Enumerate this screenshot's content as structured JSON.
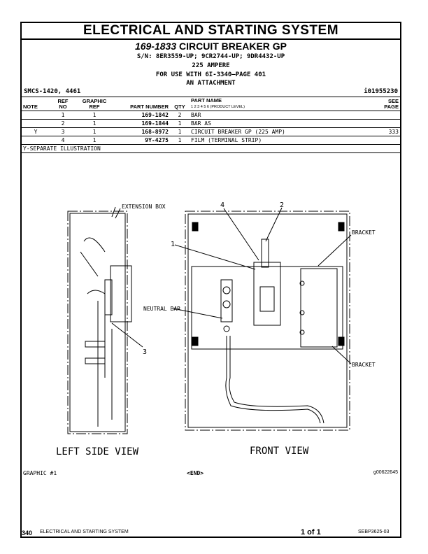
{
  "title": "ELECTRICAL AND STARTING SYSTEM",
  "group": {
    "number": "169-1833",
    "name": "CIRCUIT BREAKER GP"
  },
  "serials": "S/N: 8ER3559-UP; 9CR2744-UP; 9DR4432-UP",
  "rating": "225 AMPERE",
  "use_with": "FOR USE WITH 6I-3340—PAGE 401",
  "attachment": "AN ATTACHMENT",
  "smcs": "SMCS-1420, 4461",
  "info_id": "i01955230",
  "columns": {
    "note": "NOTE",
    "ref_no_1": "REF",
    "ref_no_2": "NO",
    "graphic_ref_1": "GRAPHIC",
    "graphic_ref_2": "REF",
    "part_number": "PART NUMBER",
    "qty": "QTY",
    "part_name": "PART NAME",
    "product_level": "1  2  3  4  5  6  (PRODUCT LEVEL)",
    "see_page_1": "SEE",
    "see_page_2": "PAGE"
  },
  "rows": [
    {
      "note": "",
      "ref": "1",
      "graphic": "1",
      "part": "169-1842",
      "qty": "2",
      "name": "BAR",
      "page": ""
    },
    {
      "note": "",
      "ref": "2",
      "graphic": "1",
      "part": "169-1844",
      "qty": "1",
      "name": "BAR AS",
      "page": ""
    },
    {
      "note": "Y",
      "ref": "3",
      "graphic": "1",
      "part": "168-8972",
      "qty": "1",
      "name": "CIRCUIT BREAKER GP (225 AMP)",
      "page": "333"
    },
    {
      "note": "",
      "ref": "4",
      "graphic": "1",
      "part": "9Y-4275",
      "qty": "1",
      "name": "FILM (TERMINAL STRIP)",
      "page": ""
    }
  ],
  "footnote": "Y-SEPARATE ILLUSTRATION",
  "illustration": {
    "extension_box": "EXTENSION BOX",
    "neutral_bar": "NEUTRAL BAR",
    "bracket_top": "BRACKET",
    "bracket_bottom": "BRACKET",
    "callout_1": "1",
    "callout_2": "2",
    "callout_3": "3",
    "callout_4": "4",
    "left_view": "LEFT SIDE VIEW",
    "front_view": "FRONT VIEW"
  },
  "graphic_label": "GRAPHIC #1",
  "end_label": "<END>",
  "graphic_id": "g00622645",
  "footer": {
    "page": "340",
    "section": "ELECTRICAL AND STARTING SYSTEM",
    "pages": "1 of 1",
    "doc": "SEBP3625-03"
  }
}
